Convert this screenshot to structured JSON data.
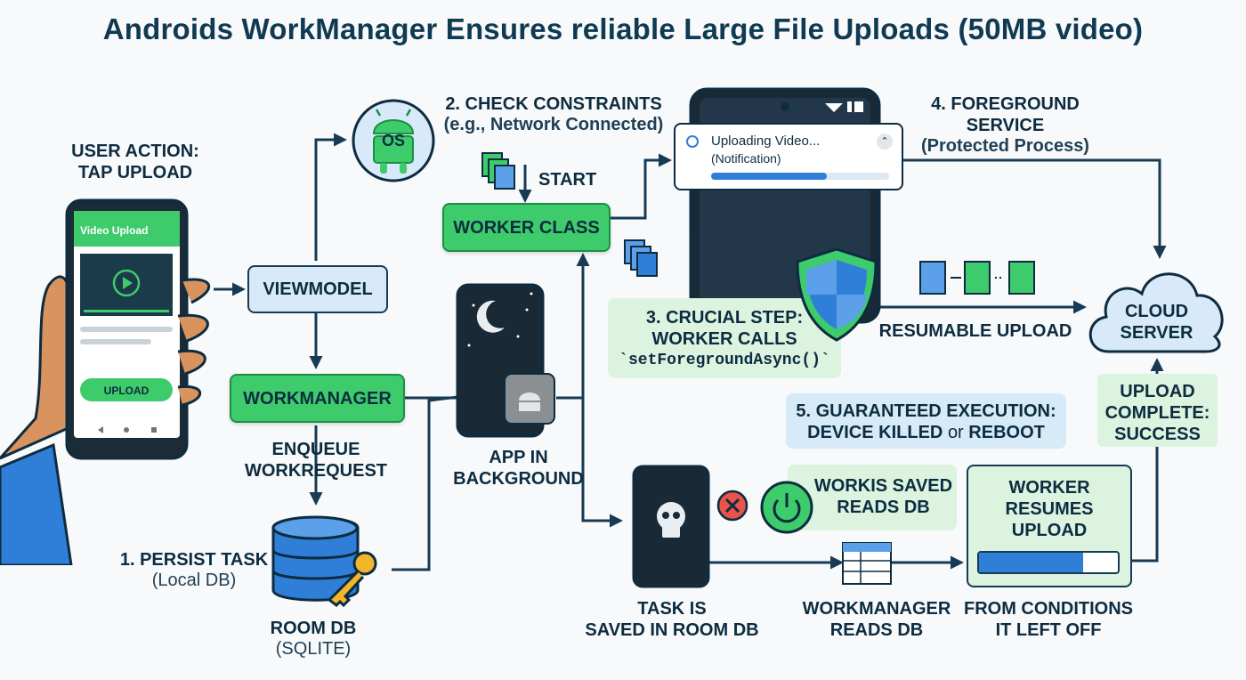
{
  "title": "Androids WorkManager Ensures reliable Large File Uploads (50MB video)",
  "user_action": {
    "line1": "USER ACTION:",
    "line2": "TAP UPLOAD"
  },
  "phone": {
    "app_title": "Video Upload",
    "upload_button": "UPLOAD"
  },
  "viewmodel": "VIEWMODEL",
  "workmanager": "WORKMANAGER",
  "enqueue": {
    "line1": "ENQUEUE",
    "line2": "WORKREQUEST"
  },
  "persist": {
    "title": "1. PERSIST TASK",
    "sub": "(Local DB)"
  },
  "room_db": {
    "title": "ROOM DB",
    "sub": "(SQLITE)"
  },
  "os_label": "OS",
  "check": {
    "title": "2. CHECK CONSTRAINTS",
    "sub": "(e.g., Network Connected)"
  },
  "start": "START",
  "worker_class": "WORKER CLASS",
  "app_bg": {
    "line1": "APP IN",
    "line2": "BACKGROUND"
  },
  "notification": {
    "title": "Uploading Video...",
    "sub": "(Notification)",
    "progress": 0.65
  },
  "foreground": {
    "title": "4. FOREGROUND SERVICE",
    "sub": "(Protected Process)"
  },
  "crucial": {
    "line1": "3. CRUCIAL STEP:",
    "line2": "WORKER CALLS",
    "line3": "`setForegroundAsync()`"
  },
  "resumable": "RESUMABLE UPLOAD",
  "cloud": {
    "line1": "CLOUD",
    "line2": "SERVER"
  },
  "guaranteed": {
    "line1": "5. GUARANTEED EXECUTION:",
    "line2a": "DEVICE KILLED",
    "line2b": "or",
    "line2c": "REBOOT"
  },
  "upload_complete": {
    "line1": "UPLOAD",
    "line2": "COMPLETE:",
    "line3": "SUCCESS"
  },
  "workis_saved": {
    "line1": "WORKIS SAVED",
    "line2": "READS DB"
  },
  "worker_resumes": {
    "line1": "WORKER",
    "line2": "RESUMES",
    "line3": "UPLOAD",
    "progress": 0.75
  },
  "task_saved": {
    "line1": "TASK IS",
    "line2": "SAVED IN ROOM DB"
  },
  "wm_reads": {
    "line1": "WORKMANAGER",
    "line2": "READS DB"
  },
  "from_conditions": {
    "line1": "FROM CONDITIONS",
    "line2": "IT LEFT OFF"
  },
  "colors": {
    "green": "#3ecb6c",
    "dark": "#173a55",
    "blue": "#2f7fd8",
    "pale_green": "#dcf3df",
    "pale_blue": "#d6eaf8"
  }
}
